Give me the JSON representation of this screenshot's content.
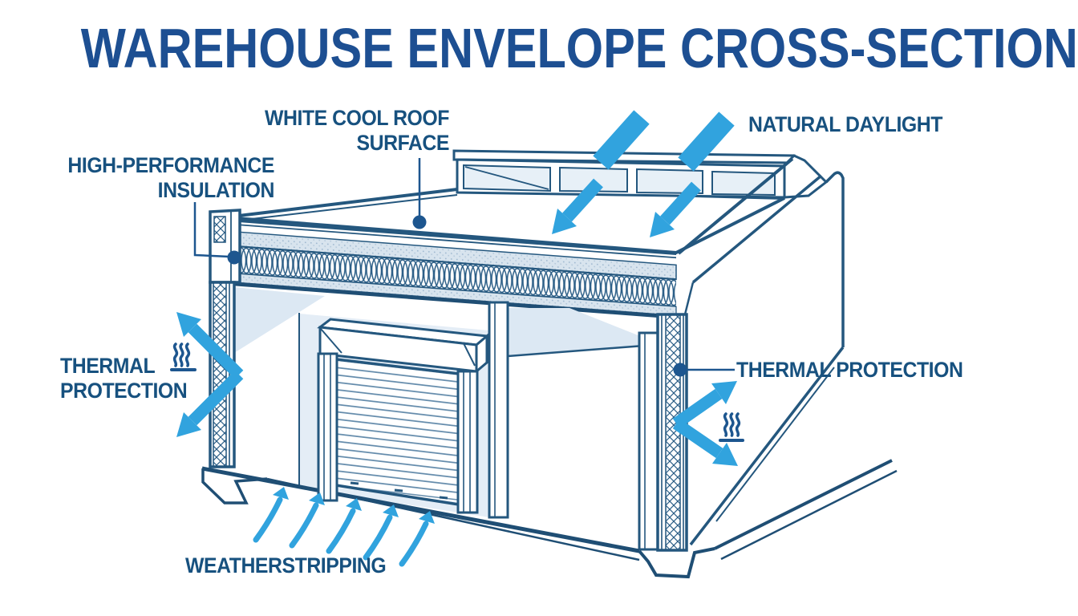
{
  "title": "WAREHOUSE ENVELOPE CROSS-SECTION",
  "labels": {
    "roof_surface_line1": "WHITE COOL ROOF",
    "roof_surface_line2": "SURFACE",
    "insulation_line1": "HIGH-PERFORMANCE",
    "insulation_line2": "INSULATION",
    "natural_daylight": "NATURAL DAYLIGHT",
    "thermal_left_line1": "THERMAL",
    "thermal_left_line2": "PROTECTION",
    "thermal_right": "THERMAL PROTECTION",
    "weatherstripping": "WEATHERSTRIPPING"
  },
  "colors": {
    "title_text": "#1d4f92",
    "label_text": "#17517f",
    "line_ink": "#24577e",
    "arrow_blue": "#31a3de",
    "pane_fill": "#e7f0f7",
    "shade_fill": "#dce8f3",
    "deck_fill": "#d8e4ee"
  },
  "icons": [
    "heat-icon",
    "daylight-arrow",
    "thermal-arrow",
    "airflow-arrow",
    "callout-dot"
  ],
  "diagram": {
    "subject": "warehouse building envelope cross-section",
    "features": [
      "white cool roof surface",
      "high-performance insulation",
      "natural daylight clerestory windows",
      "thermal protection walls",
      "weatherstripping at roll-up door"
    ]
  }
}
